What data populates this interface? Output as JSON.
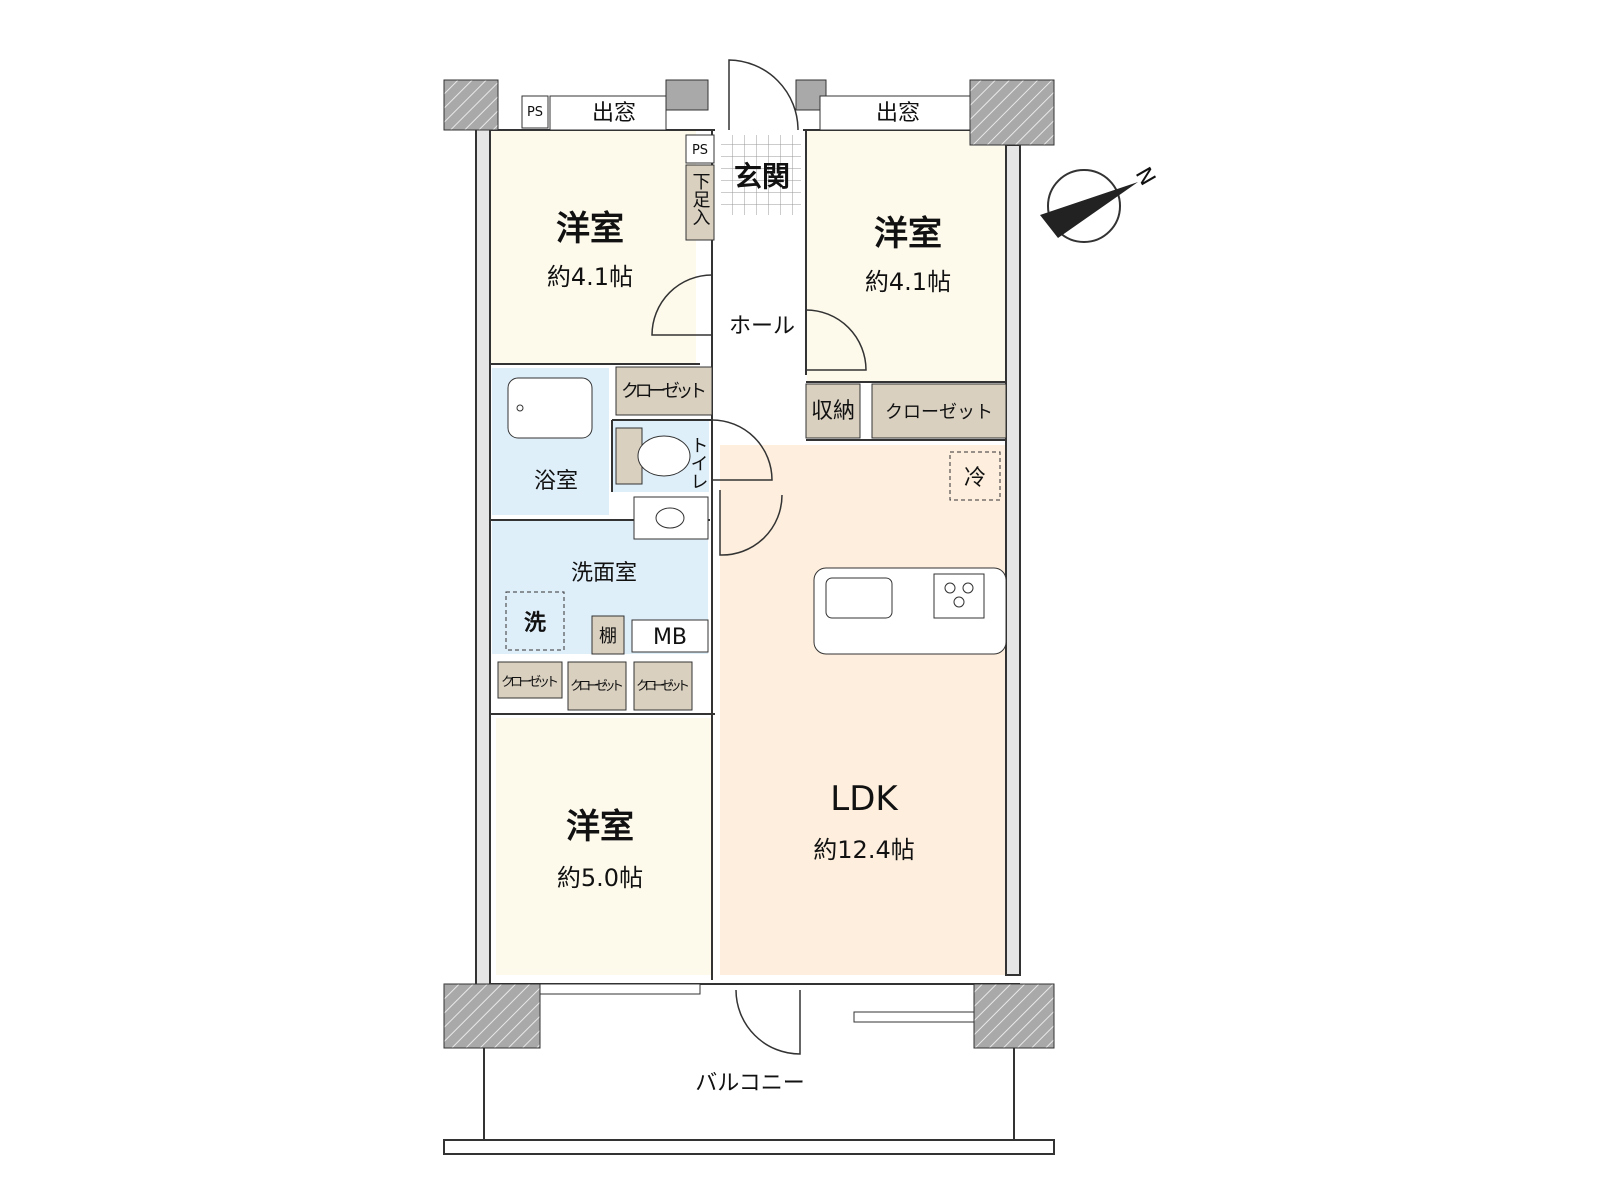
{
  "rooms": {
    "western_nw": {
      "name": "洋室",
      "area": "約4.1帖"
    },
    "western_ne": {
      "name": "洋室",
      "area": "約4.1帖"
    },
    "western_s": {
      "name": "洋室",
      "area": "約5.0帖"
    },
    "ldk": {
      "name": "LDK",
      "area": "約12.4帖"
    },
    "bath": {
      "name": "浴室"
    },
    "washroom": {
      "name": "洗面室"
    },
    "toilet": {
      "name": "トイレ"
    },
    "hall": {
      "name": "ホール"
    },
    "entrance": {
      "name": "玄関"
    },
    "balcony": {
      "name": "バルコニー"
    }
  },
  "fixtures": {
    "bay_window_left": "出窓",
    "bay_window_right": "出窓",
    "ps_top": "PS",
    "ps_entry": "PS",
    "shoe_box": "下足入",
    "closet_nw": "クローゼット",
    "closet_ne": "クローゼット",
    "storage": "収納",
    "fridge": "冷",
    "washer": "洗",
    "shelf": "棚",
    "mb": "MB",
    "closet_s1": "クローゼット",
    "closet_s2": "クローゼット",
    "closet_s3": "クローゼット"
  },
  "compass": {
    "north_label": "N"
  },
  "colors": {
    "wall": "#a7a7a7",
    "western_room": "#fdfaec",
    "ldk": "#fdeedd",
    "wet_area": "#dfeffa",
    "closet": "#d9d0c0",
    "line": "#333333"
  }
}
